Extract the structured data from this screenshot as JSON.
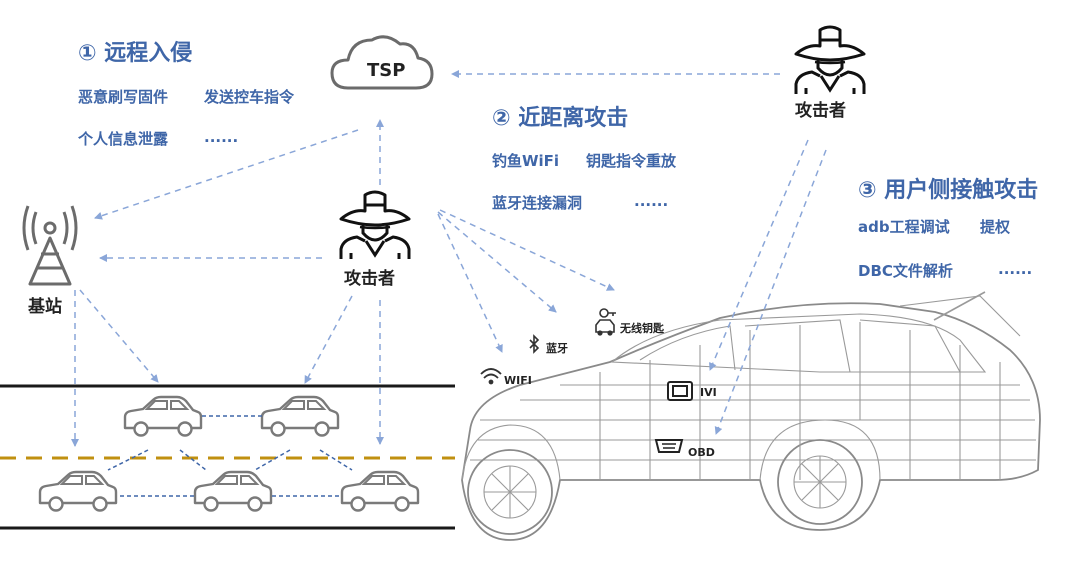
{
  "tsp": "TSP",
  "attacker_label": "攻击者",
  "base_station": "基站",
  "sections": {
    "remote": {
      "title": "① 远程入侵",
      "items": [
        "恶意刷写固件",
        "发送控车指令",
        "个人信息泄露",
        "......"
      ]
    },
    "near": {
      "title": "② 近距离攻击",
      "items": [
        "钓鱼WiFi",
        "钥匙指令重放",
        "蓝牙连接漏洞",
        "......"
      ]
    },
    "user": {
      "title": "③ 用户侧接触攻击",
      "items": [
        "adb工程调试",
        "提权",
        "DBC文件解析",
        "......"
      ]
    }
  },
  "vectors": {
    "wifi": "WIFI",
    "bluetooth": "蓝牙",
    "wireless_key": "无线钥匙",
    "ivi": "IVI",
    "obd": "OBD"
  },
  "colors": {
    "accent": "#3f66a8",
    "arrow": "#8aa6d8",
    "lane_line": "#c09010",
    "road_line": "#1a1a1a",
    "car_outline": "#7a7a7a",
    "wireframe": "#9a9a9a"
  }
}
